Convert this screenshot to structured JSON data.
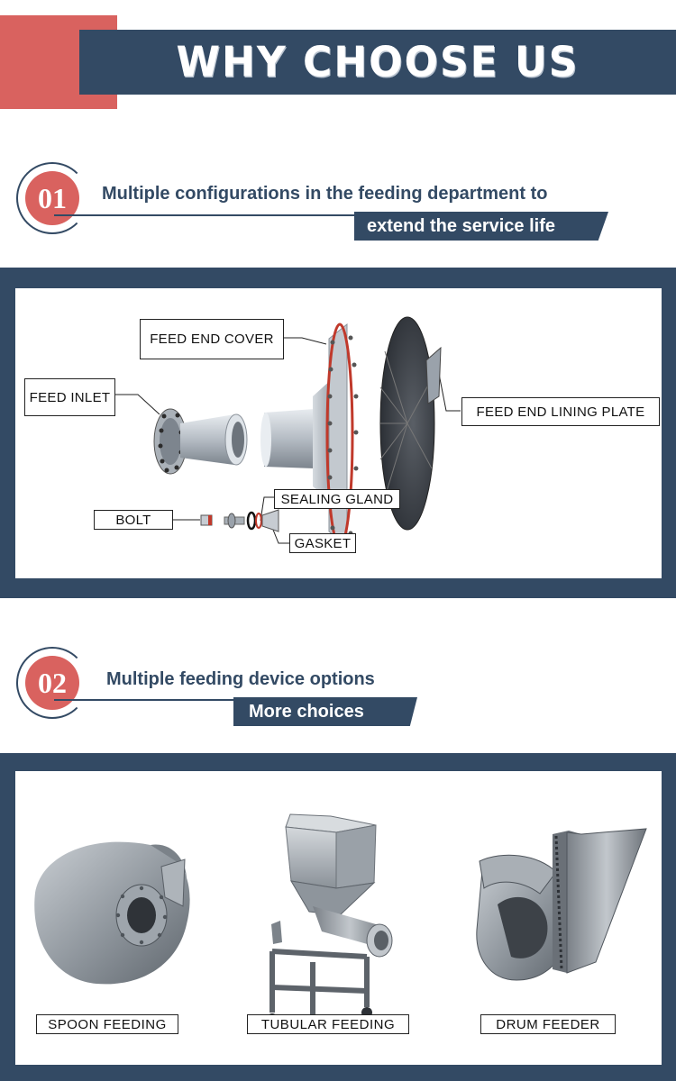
{
  "header": {
    "title": "WHY CHOOSE US"
  },
  "section1": {
    "number": "01",
    "line1": "Multiple configurations in the feeding department to",
    "line2": "extend the service life",
    "labels": {
      "feed_end_cover": "FEED END COVER",
      "feed_inlet": "FEED INLET",
      "feed_end_lining_plate": "FEED END LINING PLATE",
      "sealing_gland": "SEALING GLAND",
      "bolt": "BOLT",
      "gasket": "GASKET"
    }
  },
  "section2": {
    "number": "02",
    "line1": "Multiple feeding device options",
    "line2": "More choices",
    "products": [
      {
        "label": "SPOON FEEDING"
      },
      {
        "label": "TUBULAR FEEDING"
      },
      {
        "label": "DRUM FEEDER"
      }
    ]
  },
  "colors": {
    "navy": "#334a64",
    "coral": "#d9625f",
    "white": "#ffffff"
  }
}
